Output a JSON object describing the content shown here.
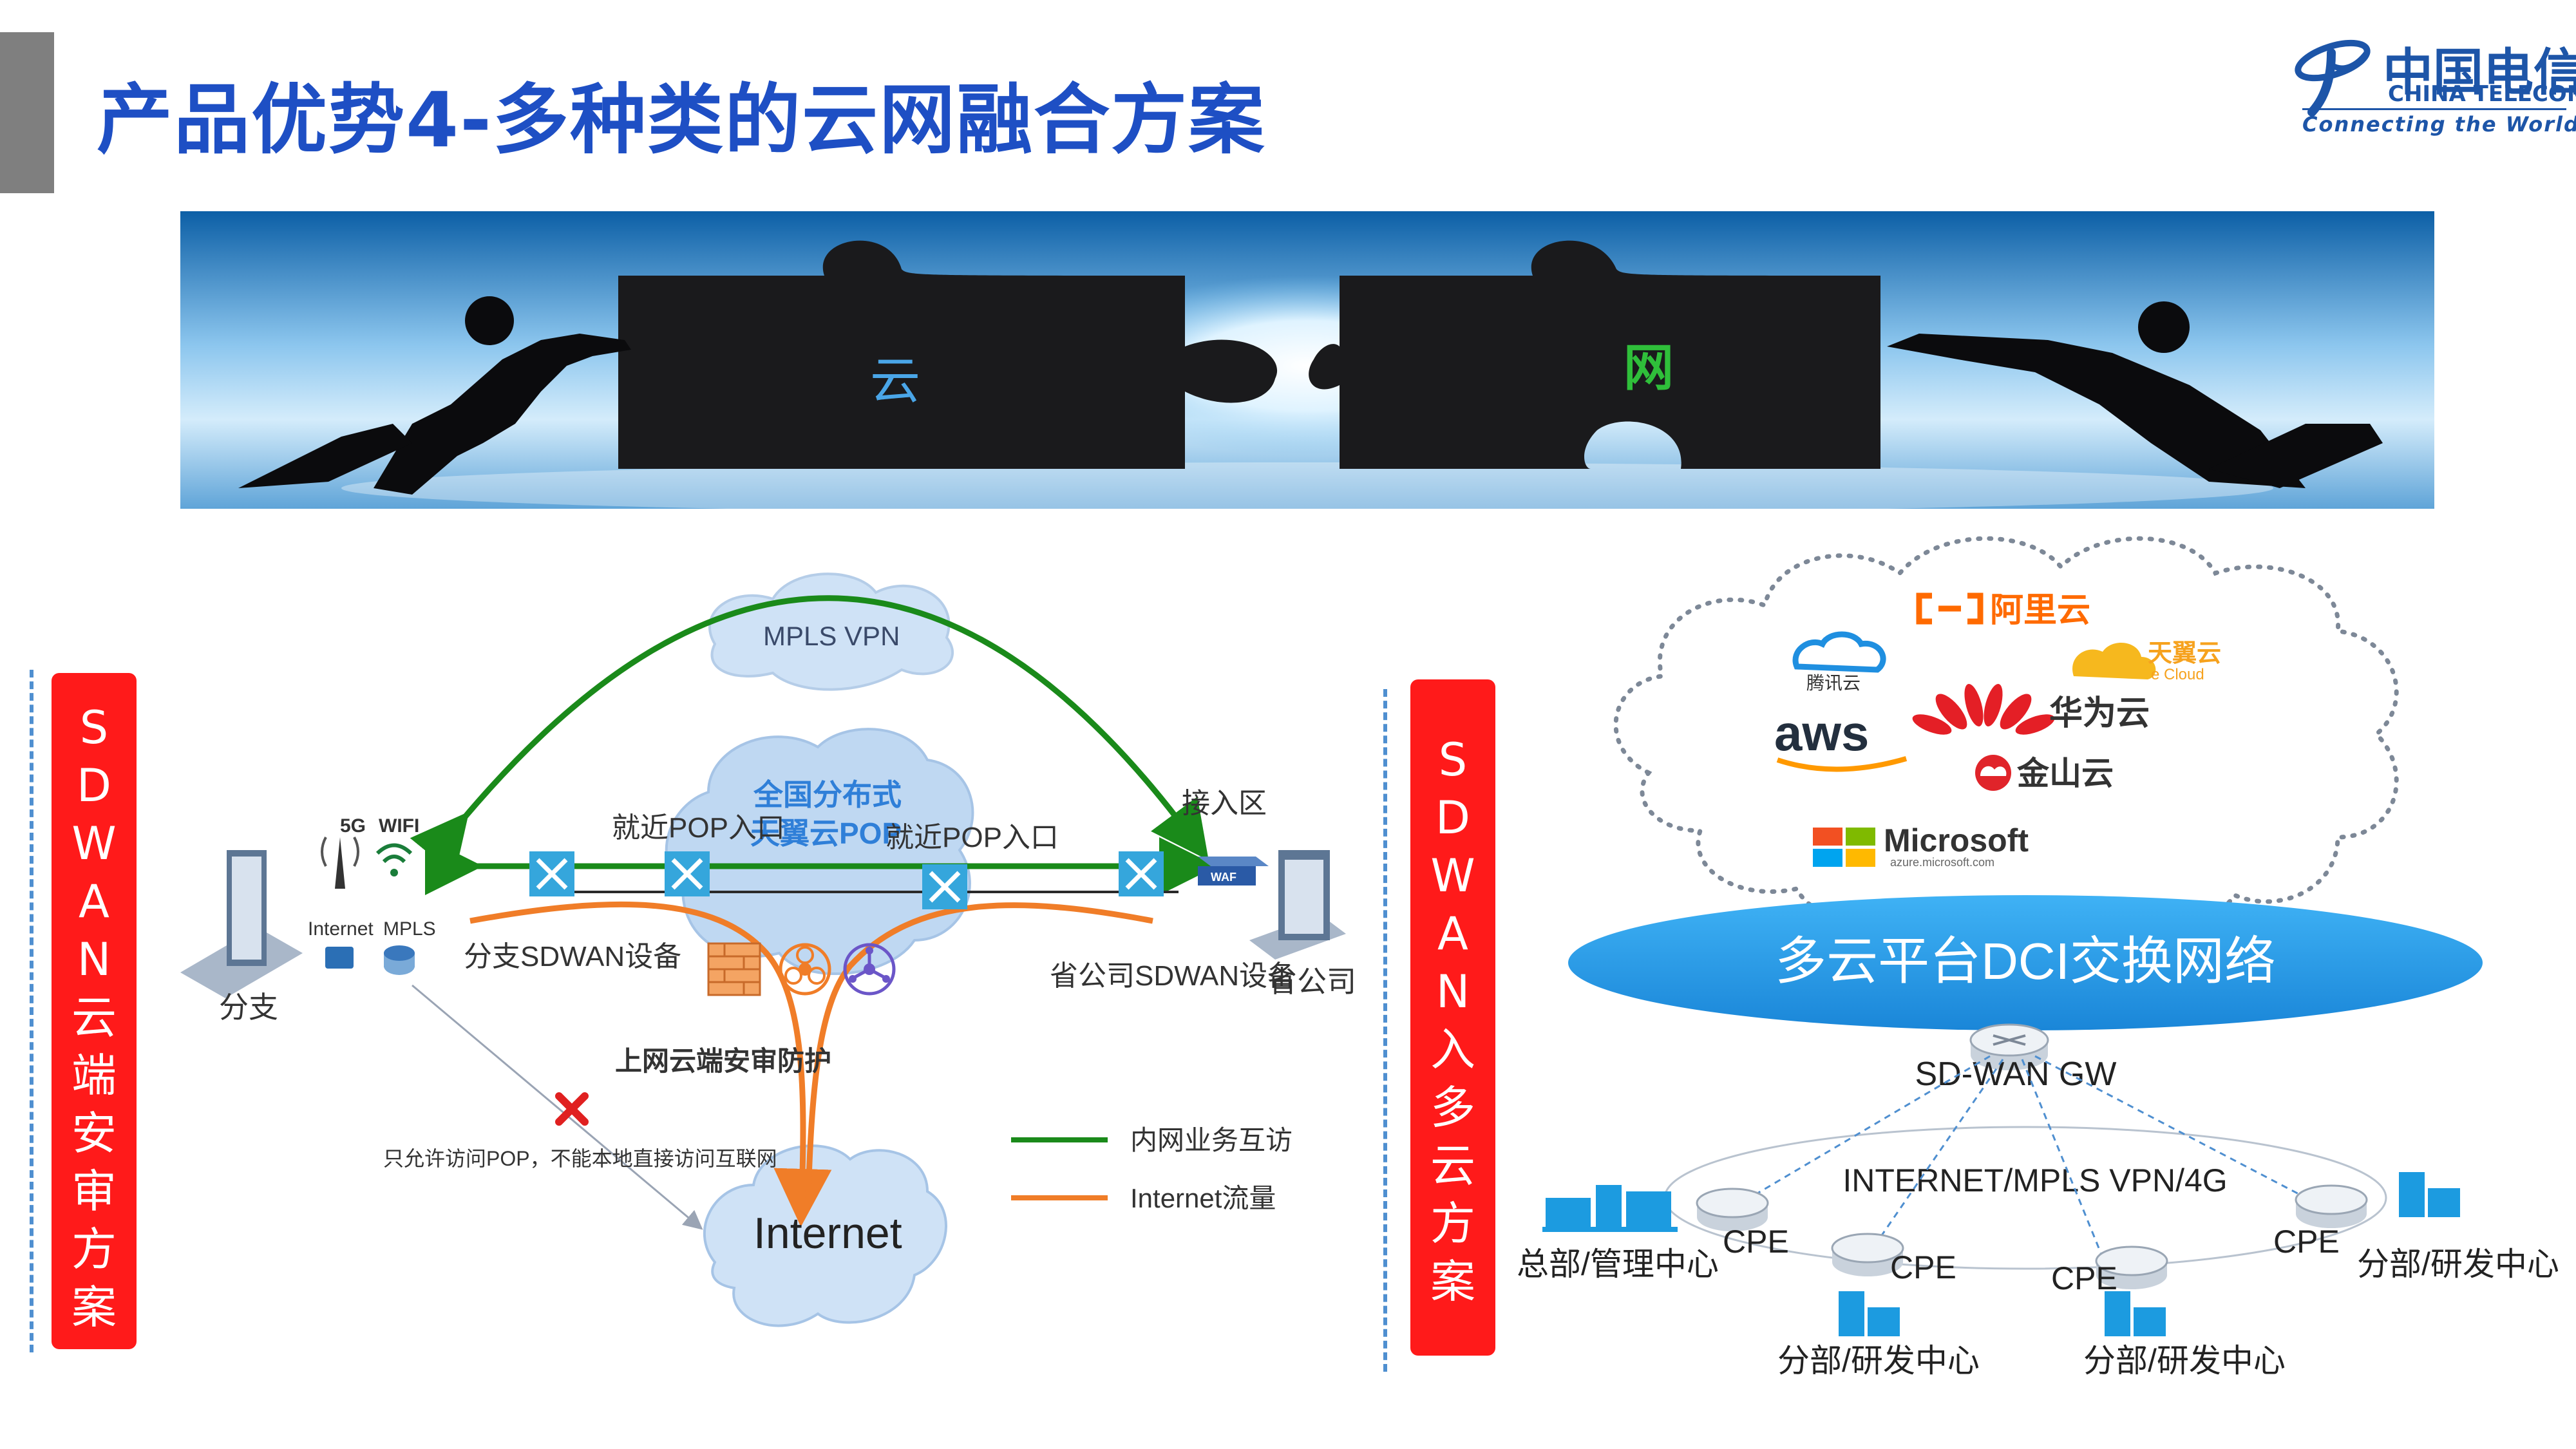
{
  "title": "产品优势4-多种类的云网融合方案",
  "logo": {
    "cn": "中国电信",
    "en": "CHINA TELECOM",
    "tagline": "Connecting the World"
  },
  "banner": {
    "left_piece": "云",
    "right_piece": "网"
  },
  "left_badge": [
    "S",
    "D",
    "W",
    "A",
    "N",
    "云",
    "端",
    "安",
    "审",
    "方",
    "案"
  ],
  "right_badge": [
    "S",
    "D",
    "W",
    "A",
    "N",
    "入",
    "多",
    "云",
    "方",
    "案"
  ],
  "left_diagram": {
    "mpls_vpn": "MPLS VPN",
    "pop_cloud": [
      "全国分布式",
      "天翼云POP"
    ],
    "pop_entry_left": "就近POP入口",
    "pop_entry_right": "就近POP入口",
    "access_zone": "接入区",
    "labels_5g": "5G",
    "labels_wifi": "WIFI",
    "labels_internet": "Internet",
    "labels_mpls": "MPLS",
    "branch": "分支",
    "branch_device": "分支SDWAN设备",
    "province_device": "省公司SDWAN设备",
    "province": "省公司",
    "waf": "WAF",
    "audit": "上网云端安审防护",
    "restriction": "只允许访问POP，不能本地直接访问互联网",
    "internet": "Internet",
    "legend_green": "内网业务互访",
    "legend_orange": "Internet流量",
    "colors": {
      "green": "#1a8a1a",
      "orange": "#f07d28"
    }
  },
  "right_diagram": {
    "providers": {
      "aliyun": "阿里云",
      "tencent": "腾讯云",
      "tianyi": "天翼云",
      "tianyi_sub": "e Cloud",
      "aws": "aws",
      "huawei": "华为云",
      "kingsoft": "金山云",
      "microsoft": "Microsoft",
      "microsoft_sub": "azure.microsoft.com"
    },
    "dci": "多云平台DCI交换网络",
    "gw": "SD-WAN GW",
    "wan": "INTERNET/MPLS VPN/4G",
    "cpe": "CPE",
    "hq": "总部/管理中心",
    "site": "分部/研发中心"
  }
}
